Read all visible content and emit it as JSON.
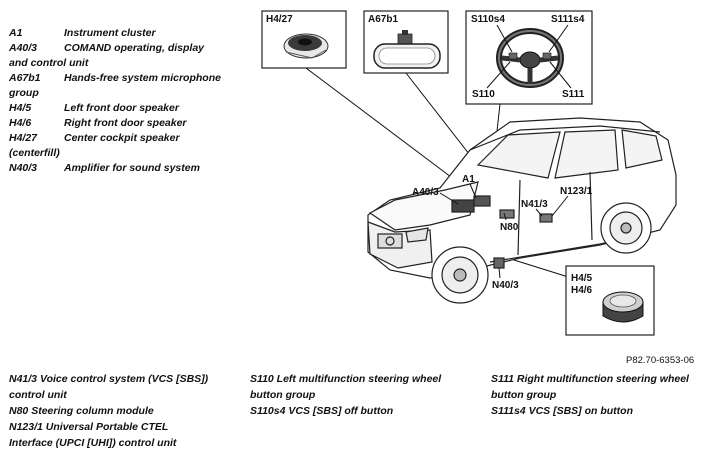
{
  "legend_top": [
    {
      "code": "A1",
      "desc": "Instrument cluster"
    },
    {
      "code": "A40/3",
      "desc": "COMAND operating, display and control unit"
    },
    {
      "code": "A67b1",
      "desc": "Hands-free system microphone group"
    },
    {
      "code": "H4/5",
      "desc": "Left front door speaker"
    },
    {
      "code": "H4/6",
      "desc": "Right front door speaker"
    },
    {
      "code": "H4/27",
      "desc": "Center cockpit speaker (centerfill)"
    },
    {
      "code": "N40/3",
      "desc": "Amplifier for sound system"
    }
  ],
  "legend_bottom": {
    "col1": [
      {
        "code": "N41/3",
        "desc": "Voice control system (VCS [SBS]) control unit"
      },
      {
        "code": "N80",
        "desc": "Steering column module"
      },
      {
        "code": "N123/1",
        "desc": "Universal Portable CTEL Interface (UPCI [UHI]) control unit"
      }
    ],
    "col2": [
      {
        "code": "S110",
        "desc": "Left multifunction steering wheel button group"
      },
      {
        "code": "S110s4",
        "desc": "VCS [SBS] off button"
      }
    ],
    "col3": [
      {
        "code": "S111",
        "desc": "Right multifunction steering wheel button group"
      },
      {
        "code": "S111s4",
        "desc": "VCS [SBS] on button"
      }
    ]
  },
  "callouts": {
    "h4_27": "H4/27",
    "a67b1": "A67b1",
    "s110s4": "S110s4",
    "s111s4": "S111s4",
    "s110": "S110",
    "s111": "S111",
    "a1": "A1",
    "a40_3": "A40/3",
    "n41_3": "N41/3",
    "n123_1": "N123/1",
    "n80": "N80",
    "n40_3": "N40/3",
    "h4_5": "H4/5",
    "h4_6": "H4/6"
  },
  "reference_code": "P82.70-6353-06"
}
